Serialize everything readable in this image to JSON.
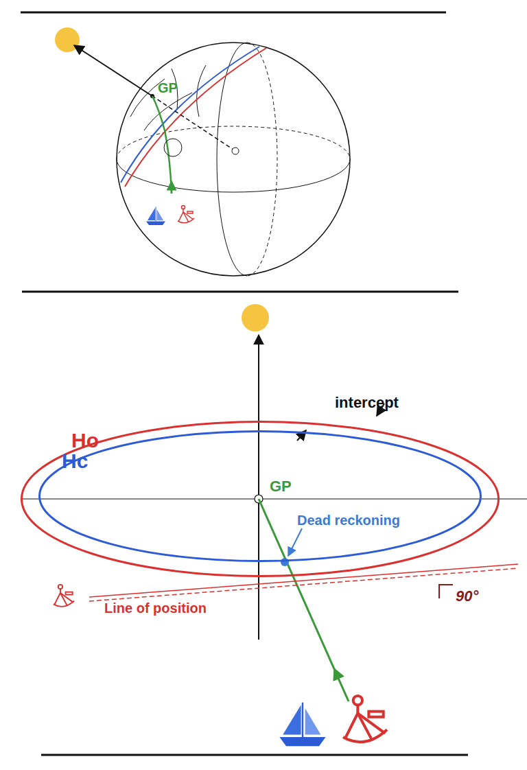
{
  "diagram": {
    "nodes": [
      {
        "text": [
          "Ho"
        ]
      },
      {
        "text": [
          "Hc"
        ],
        "in": 0
      }
    ],
    "labels": [
      "GP",
      "intercept",
      "GP",
      "Dead reckoning",
      "Line of position",
      "90°"
    ]
  }
}
